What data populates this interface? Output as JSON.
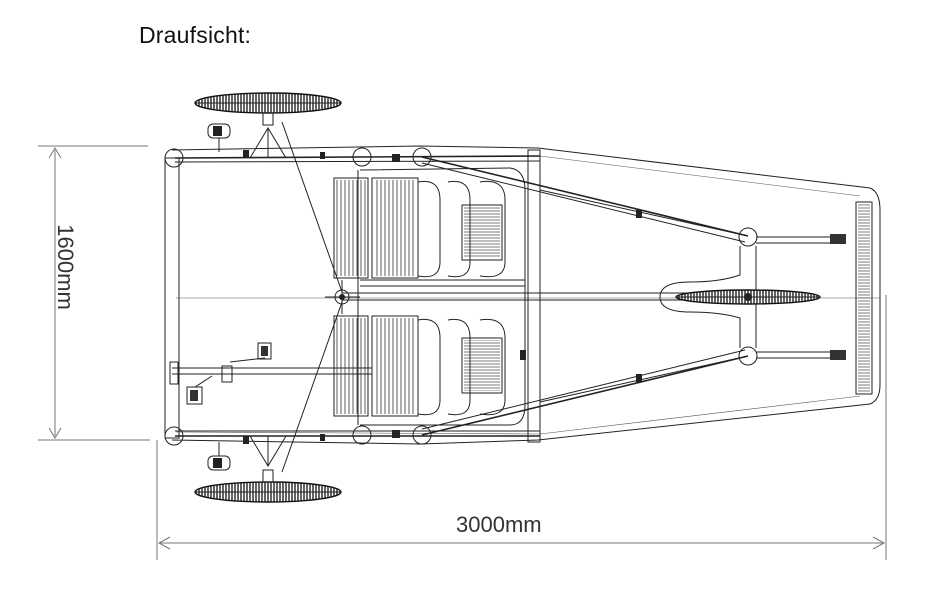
{
  "view": {
    "title": "Draufsicht:",
    "dimension_width": "3000mm",
    "dimension_height": "1600mm"
  }
}
